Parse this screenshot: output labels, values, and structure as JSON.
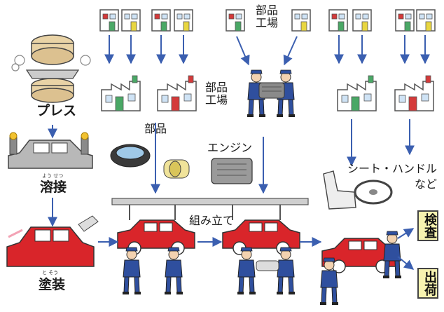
{
  "labels": {
    "press": "プレス",
    "welding": "溶接",
    "welding_ruby": "よう  せつ",
    "painting": "塗装",
    "painting_ruby": "と  そう",
    "parts": "部品",
    "parts_factory": "部品工場",
    "engine": "エンジン",
    "assembly": "組み立て",
    "seat_handle": "シート・ハンドル",
    "etc": "など",
    "inspection": "検査",
    "shipping": "出荷"
  },
  "colors": {
    "car_red": "#d9252a",
    "arrow_blue": "#3b5fb0",
    "worker_blue": "#2f4f9e",
    "shop_green": "#4aa866",
    "shop_red": "#d43a3a",
    "shop_yellow": "#e8d640",
    "sign_yellow": "#f7f3b0"
  }
}
